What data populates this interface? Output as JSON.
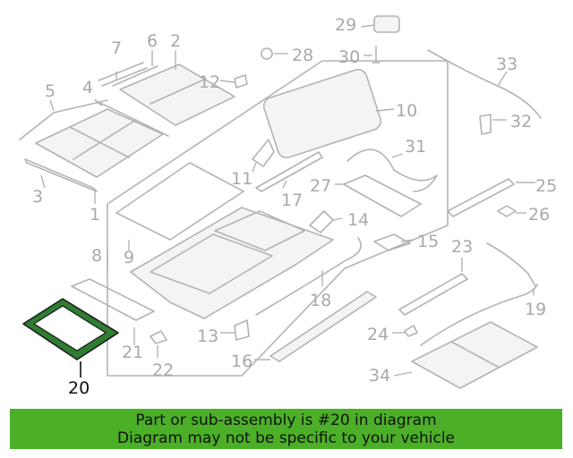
{
  "callouts": [
    "1",
    "2",
    "3",
    "4",
    "5",
    "6",
    "7",
    "8",
    "9",
    "10",
    "11",
    "12",
    "13",
    "14",
    "15",
    "16",
    "17",
    "18",
    "19",
    "20",
    "21",
    "22",
    "23",
    "24",
    "25",
    "26",
    "27",
    "28",
    "29",
    "30",
    "31",
    "32",
    "33",
    "34"
  ],
  "highlighted_part": "20",
  "colors": {
    "banner": "#4caf28",
    "highlight": "#2e7d32",
    "parts": "#b3b3b3"
  },
  "banner": {
    "line1": "Part or sub-assembly is #20 in diagram",
    "line2": "Diagram may not be specific to your vehicle"
  }
}
